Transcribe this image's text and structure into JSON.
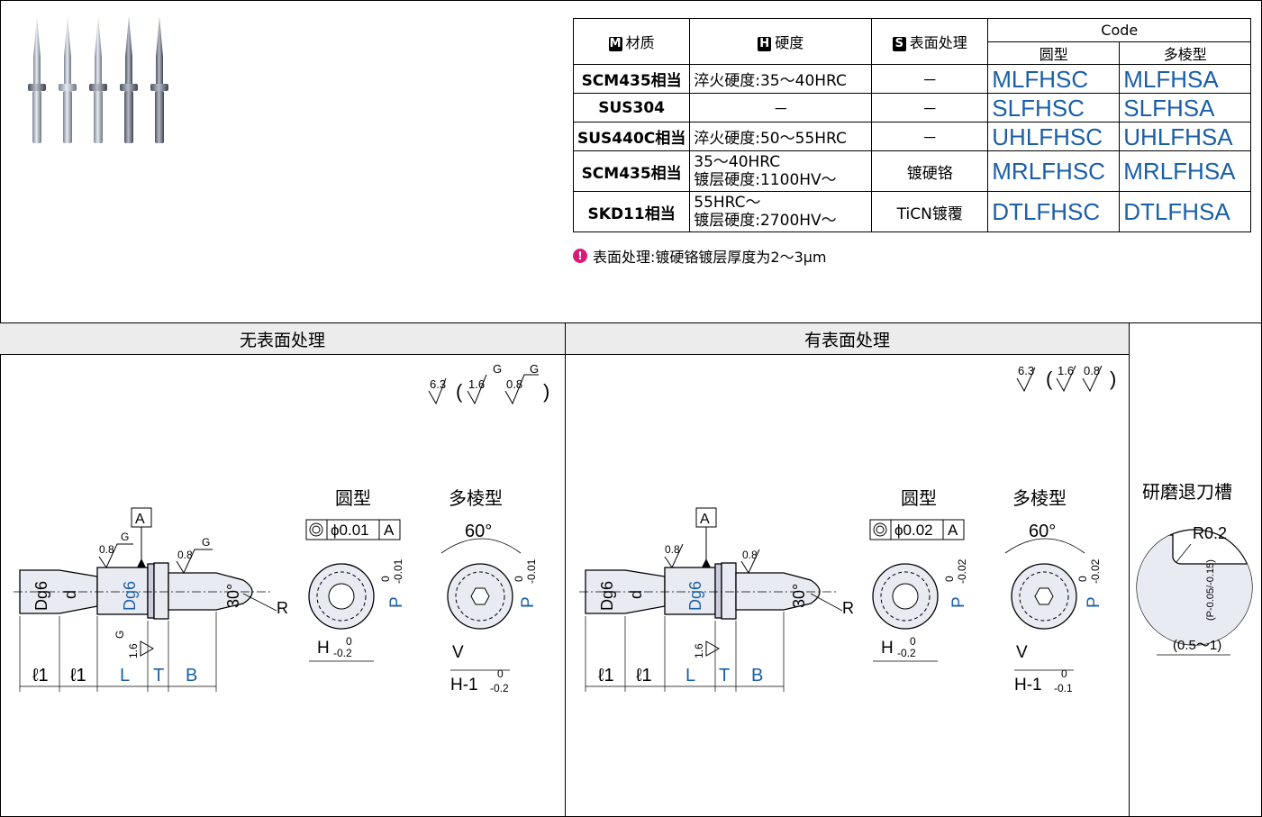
{
  "table": {
    "headers": {
      "material": {
        "badge": "M",
        "label": "材质"
      },
      "hardness": {
        "badge": "H",
        "label": "硬度"
      },
      "surface": {
        "badge": "S",
        "label": "表面处理"
      },
      "code": "Code",
      "round": "圆型",
      "poly": "多棱型"
    },
    "rows": [
      {
        "material": "SCM435相当",
        "hardness": [
          "淬火硬度:35～40HRC"
        ],
        "surface": "－",
        "round": "MLFHSC",
        "poly": "MLFHSA"
      },
      {
        "material": "SUS304",
        "hardness": [
          "－"
        ],
        "surface": "－",
        "round": "SLFHSC",
        "poly": "SLFHSA"
      },
      {
        "material": "SUS440C相当",
        "hardness": [
          "淬火硬度:50～55HRC"
        ],
        "surface": "－",
        "round": "UHLFHSC",
        "poly": "UHLFHSA"
      },
      {
        "material": "SCM435相当",
        "hardness": [
          "35～40HRC",
          "镀层硬度:1100HV～"
        ],
        "surface": "镀硬铬",
        "round": "MRLFHSC",
        "poly": "MRLFHSA"
      },
      {
        "material": "SKD11相当",
        "hardness": [
          "55HRC～",
          "镀层硬度:2700HV～"
        ],
        "surface": "TiCN镀覆",
        "round": "DTLFHSC",
        "poly": "DTLFHSA"
      }
    ]
  },
  "note": "表面处理:镀硬铬镀层厚度为2～3μm",
  "note_icon": "!",
  "panels": {
    "left_title": "无表面处理",
    "right_title": "有表面处理"
  },
  "drawing": {
    "rough_left": {
      "main": "6.3",
      "a": "1.6",
      "b": "0.8",
      "g": "G"
    },
    "rough_right": {
      "main": "6.3",
      "a": "1.6",
      "b": "0.8"
    },
    "datum": "A",
    "ra08": "0.8",
    "ra16": "1.6",
    "g": "G",
    "dg6": "Dg6",
    "d": "d",
    "angle30": "30°",
    "r": "R",
    "dims": {
      "l1": "ℓ1",
      "L": "L",
      "T": "T",
      "B": "B"
    },
    "round_title": "圆型",
    "poly_title": "多棱型",
    "tol_left": "ϕ0.01",
    "tol_right": "ϕ0.02",
    "angle60": "60°",
    "p": "P",
    "p_tol_left": "-0.01",
    "p_tol_right": "-0.02",
    "zero": "0",
    "h": "H",
    "h_tol": "-0.2",
    "v": "V",
    "h1": "H-1",
    "h1_tol_left": "-0.2",
    "h1_tol_right": "-0.1",
    "groove_title": "研磨退刀槽",
    "groove_r": "R0.2",
    "groove_p": "(P-0.05/-0.15)",
    "groove_w": "(0.5～1)"
  },
  "colors": {
    "code_blue": "#1a5fa8",
    "dim_blue": "#1a5fa8",
    "header_bg": "#ececec",
    "note_pink": "#d81b7a"
  }
}
